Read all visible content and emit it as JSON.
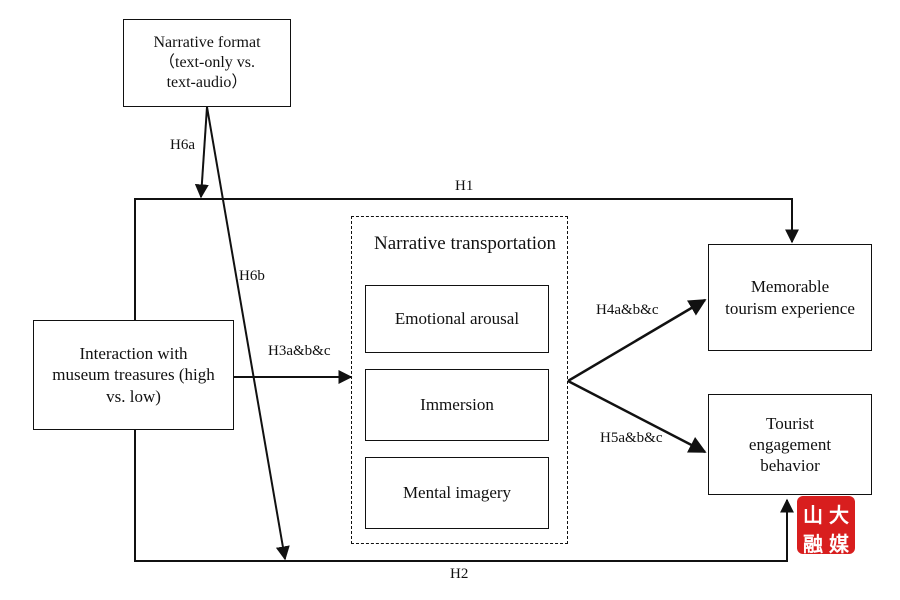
{
  "nodes": {
    "narrative_format": "Narrative format\n（text-only vs.\ntext-audio）",
    "interaction": "Interaction with\nmuseum treasures (high\nvs. low)",
    "transport_title": "Narrative transportation",
    "emotional_arousal": "Emotional arousal",
    "immersion": "Immersion",
    "mental_imagery": "Mental imagery",
    "memorable": "Memorable\ntourism experience",
    "engagement": "Tourist\nengagement\nbehavior"
  },
  "edges": {
    "h1": "H1",
    "h2": "H2",
    "h3": "H3a&b&c",
    "h4": "H4a&b&c",
    "h5": "H5a&b&c",
    "h6a": "H6a",
    "h6b": "H6b"
  },
  "watermark": {
    "chars": [
      "山",
      "大",
      "融",
      "媒"
    ],
    "color": "#d81e1e"
  }
}
